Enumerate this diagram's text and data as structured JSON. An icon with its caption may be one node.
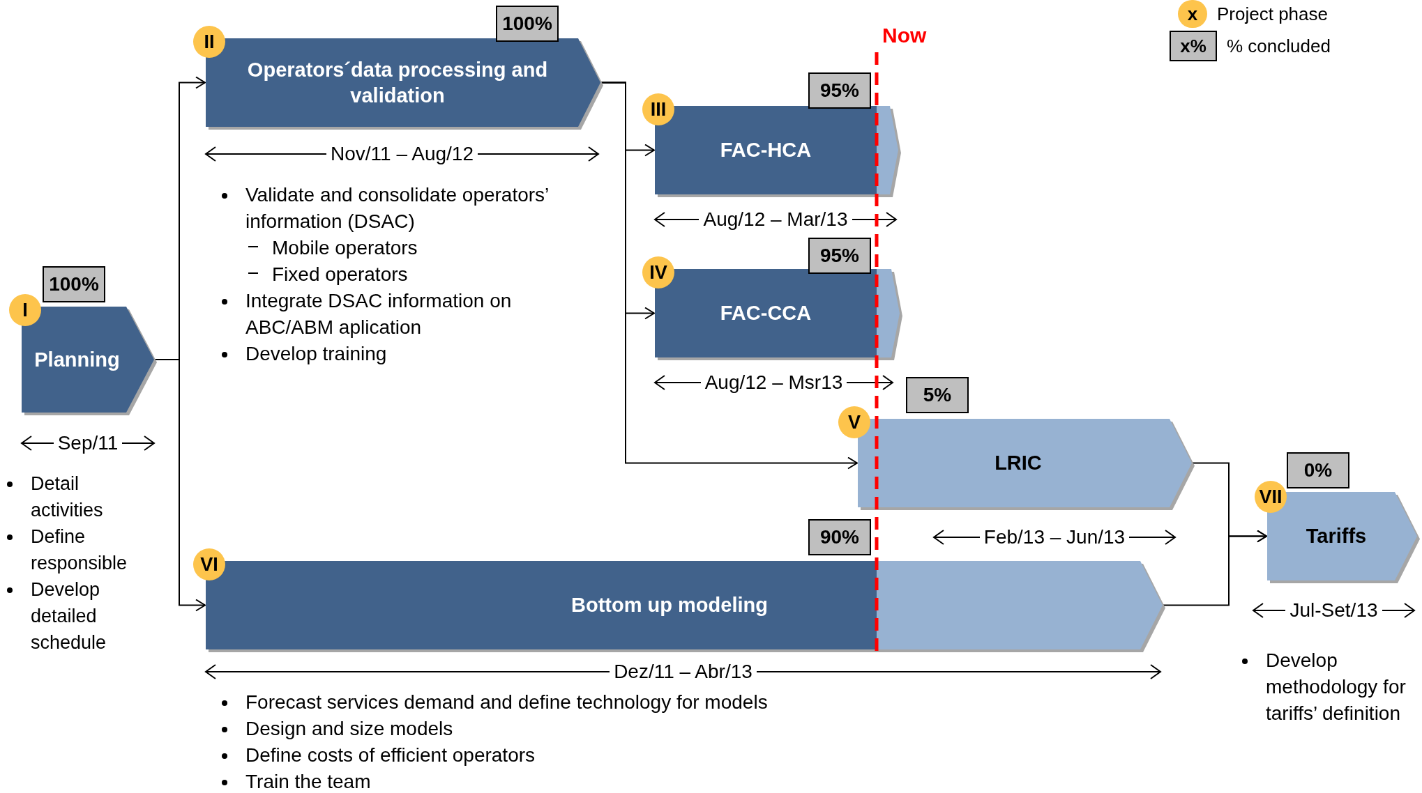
{
  "diagram": {
    "nodes": [
      {
        "text": [
          "I",
          "Planning"
        ],
        "beside": [
          "100%",
          "Sep/11",
          "Detail activities",
          "Define responsible",
          "Develop detailed schedule"
        ]
      },
      {
        "text": [
          "II",
          "Operators´data processing and validation"
        ],
        "beside": [
          "100%",
          "Nov/11 – Aug/12",
          "Validate and consolidate operators’ information (DSAC)",
          "Mobile operators",
          "Fixed operators",
          "Integrate DSAC information on ABC/ABM aplication",
          "Develop training"
        ]
      },
      {
        "text": [
          "III",
          "FAC-HCA"
        ],
        "beside": [
          "95%",
          "Aug/12 – Mar/13"
        ]
      },
      {
        "text": [
          "IV",
          "FAC-CCA"
        ],
        "beside": [
          "95%",
          "Aug/12 – Msr13"
        ]
      },
      {
        "text": [
          "V",
          "LRIC"
        ],
        "beside": [
          "5%",
          "Feb/13 – Jun/13"
        ]
      },
      {
        "text": [
          "VI",
          "Bottom up modeling"
        ],
        "beside": [
          "90%",
          "Dez/11 – Abr/13",
          "Forecast services demand and define technology for models",
          "Design and size models",
          "Define costs of efficient operators",
          "Train the team"
        ]
      },
      {
        "text": [
          "VII",
          "Tariffs"
        ],
        "beside": [
          "0%",
          "Jul-Set/13",
          "Develop methodology for tariffs’ definition"
        ]
      }
    ],
    "edges": [
      {
        "from": 0,
        "to": 1,
        "arrow": "to"
      },
      {
        "from": 0,
        "to": 5,
        "arrow": "to"
      },
      {
        "from": 1,
        "to": 2,
        "arrow": "to"
      },
      {
        "from": 1,
        "to": 3,
        "arrow": "to"
      },
      {
        "from": 1,
        "to": 4,
        "arrow": "to"
      },
      {
        "from": 4,
        "to": 6,
        "arrow": "to"
      },
      {
        "from": 5,
        "to": 6,
        "arrow": "to"
      }
    ],
    "labels": [
      "Now",
      "x",
      "x%"
    ],
    "legend": [
      {
        "text": "Project phase",
        "color": "#fdc44c"
      },
      {
        "text": "% concluded",
        "color": "#bfbfbf"
      }
    ]
  }
}
